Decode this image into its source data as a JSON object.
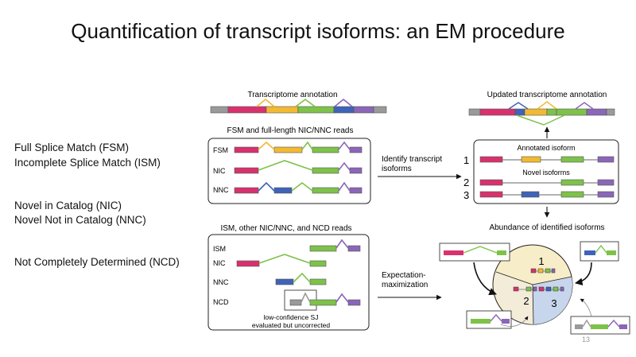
{
  "title": "Quantification of transcript isoforms: an EM procedure",
  "legend": {
    "fsm": "Full Splice Match (FSM)",
    "ism": "Incomplete Splice Match (ISM)",
    "nic": "Novel in Catalog (NIC)",
    "nnc": "Novel Not in Catalog (NNC)",
    "ncd": "Not Completely Determined (NCD)"
  },
  "diagram": {
    "transcriptome_annotation": "Transcriptome annotation",
    "updated_annotation": "Updated transcriptome annotation",
    "fl_box_title": "FSM and full-length NIC/NNC reads",
    "fl_labels": [
      "FSM",
      "NIC",
      "NNC"
    ],
    "identify_line1": "Identify transcript",
    "identify_line2": "isoforms",
    "annotated_isoform": "Annotated isoform",
    "novel_isoforms": "Novel isoforms",
    "isoform_numbers": [
      "1",
      "2",
      "3"
    ],
    "abundance": "Abundance of identified isoforms",
    "partial_box_title": "ISM, other NIC/NNC, and NCD reads",
    "partial_labels": [
      "ISM",
      "NIC",
      "NNC",
      "NCD"
    ],
    "lowconf_line1": "low-confidence SJ",
    "lowconf_line2": "evaluated but uncorrected",
    "em_line1": "Expectation-",
    "em_line2": "maximization",
    "pie_numbers": [
      "1",
      "2",
      "3"
    ]
  },
  "colors": {
    "pink": "#d8326e",
    "yellow": "#f2b933",
    "green": "#7ec24a",
    "purple": "#8b66b8",
    "blue": "#3f63b8",
    "gray": "#9a9a9a",
    "circle": "#f7edc8"
  },
  "slide_number": "13"
}
